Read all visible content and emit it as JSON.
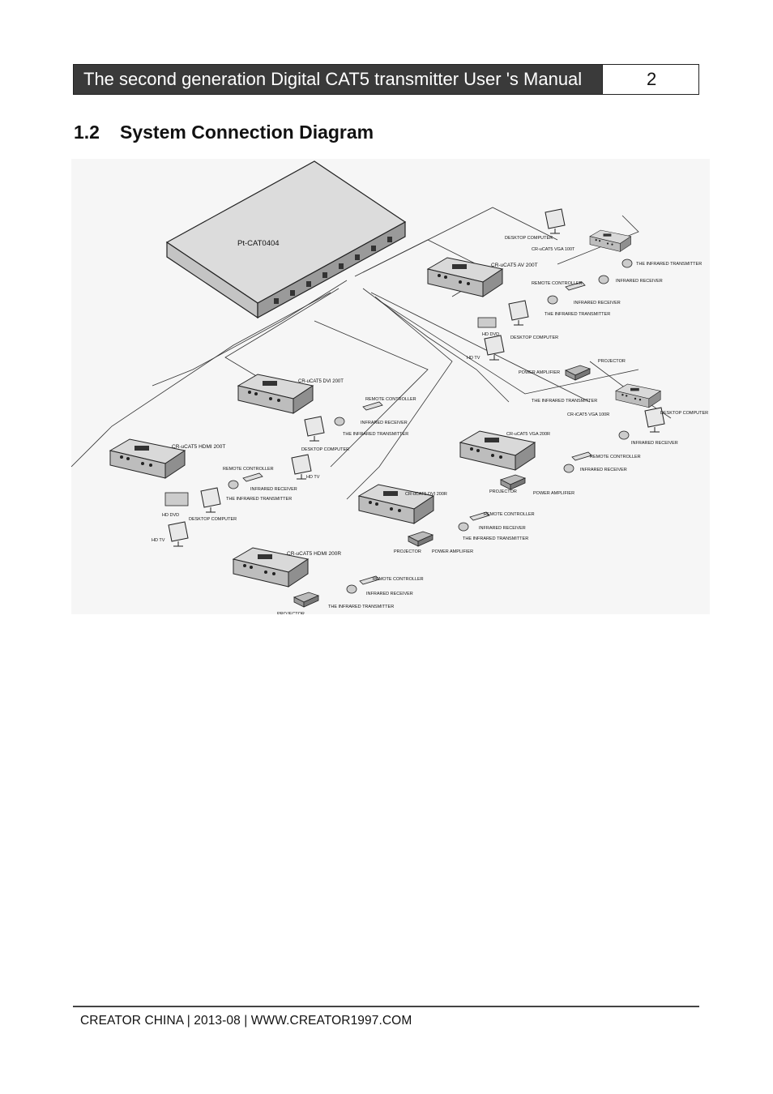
{
  "header": {
    "title": "The second generation Digital CAT5 transmitter User 's Manual",
    "page": "2"
  },
  "section": {
    "number": "1.2",
    "title": "System Connection Diagram"
  },
  "diagram": {
    "main_unit": "Pt-CAT0404",
    "units": {
      "vga100t": "CR-uCAT5  VGA  100T",
      "av200t": "CR-uCAT5 AV 200T",
      "dvi200t": "CR-uCAT5  DVI  200T",
      "hdmi200t": "CR-uCAT5 HDMI 200T",
      "vga100r": "CR-iCAT5 VGA 100R",
      "vga200r": "CR-uCAT5  VGA  200R",
      "dvi200r": "CR-uCAT5  DVI  200R",
      "hdmi200r": "CR-uCAT5 HDMI 200R"
    },
    "devices": {
      "desktop_computer": "DESKTOP COMPUTER",
      "ir_transmitter": "THE INFRARED TRANSMITTER",
      "ir_receiver": "INFRARED RECEIVER",
      "remote_controller": "REMOTE CONTROLLER",
      "hd_dvd": "HD DVD",
      "hd_tv": "HD TV",
      "projector": "PROJECTOR",
      "power_amplifier": "POWER AMPLIFIER"
    }
  },
  "footer": {
    "text": "CREATOR CHINA  |  2013-08  |  WWW.CREATOR1997.COM"
  }
}
